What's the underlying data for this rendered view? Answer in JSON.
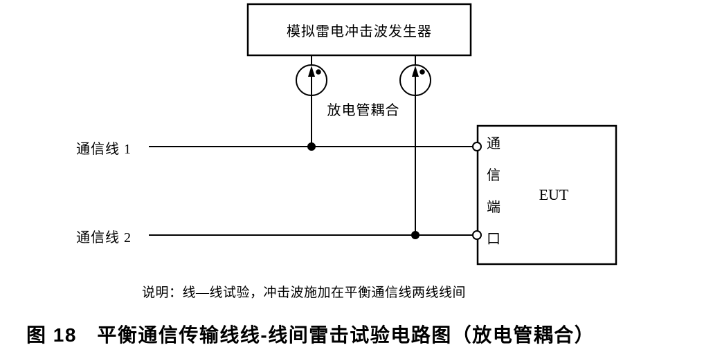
{
  "figure": {
    "generator_label": "模拟雷电冲击波发生器",
    "coupling_label": "放电管耦合",
    "comm_line_1_label": "通信线 1",
    "comm_line_2_label": "通信线 2",
    "port_chars": [
      "通",
      "信",
      "端",
      "口"
    ],
    "eut_label": "EUT",
    "note": "说明：线—线试验，冲击波施加在平衡通信线两线线间",
    "title": "图 18　平衡通信传输线线-线间雷击试验电路图（放电管耦合）"
  },
  "colors": {
    "stroke": "#000000",
    "background": "#ffffff"
  }
}
